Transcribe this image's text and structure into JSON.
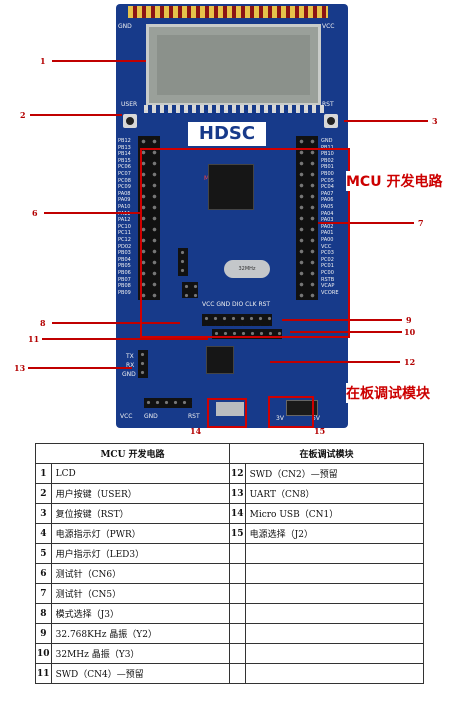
{
  "board": {
    "logo": "HDSC",
    "silk_top_left": "GND",
    "silk_top_right": "VCC",
    "silk_user_btn": "USER",
    "silk_rst_btn": "RST",
    "silk_mcu": "MCU",
    "silk_vcc_labels": "VCC GND DIO CLK RST",
    "silk_uart": [
      "TX",
      "RX",
      "GND"
    ],
    "silk_bottom": [
      "VCC",
      "GND",
      "RST"
    ],
    "silk_power": [
      "3V",
      "5V"
    ],
    "left_pins": [
      "PB12",
      "PB13",
      "PB14",
      "PB15",
      "PC06",
      "PC07",
      "PC08",
      "PC09",
      "PA08",
      "PA09",
      "PA10",
      "PA11",
      "PA12",
      "PC10",
      "PC11",
      "PC12",
      "PD02",
      "PB03",
      "PB04",
      "PB05",
      "PB06",
      "PB07",
      "PB08",
      "PB09"
    ],
    "right_pins": [
      "GND",
      "PB11",
      "PB10",
      "PB02",
      "PB01",
      "PB00",
      "PC05",
      "PC04",
      "PA07",
      "PA06",
      "PA05",
      "PA04",
      "PA03",
      "PA02",
      "PA01",
      "PA00",
      "VCC",
      "PC03",
      "PC02",
      "PC01",
      "PC00",
      "RSTB",
      "VCAP",
      "VCORE"
    ],
    "crystal_label": "32MHz"
  },
  "callouts": [
    "1",
    "2",
    "3",
    "6",
    "7",
    "8",
    "9",
    "10",
    "11",
    "12",
    "13",
    "14",
    "15"
  ],
  "banners": {
    "mcu": "MCU 开发电路",
    "debug": "在板调试模块"
  },
  "table": {
    "headers": [
      "MCU 开发电路",
      "在板调试模块"
    ],
    "rows": [
      {
        "n1": "1",
        "t1": "LCD",
        "n2": "12",
        "t2": "SWD（CN2）—预留"
      },
      {
        "n1": "2",
        "t1": "用户按键（USER）",
        "n2": "13",
        "t2": "UART（CN8）"
      },
      {
        "n1": "3",
        "t1": "复位按键（RST）",
        "n2": "14",
        "t2": "Micro USB（CN1）"
      },
      {
        "n1": "4",
        "t1": "电源指示灯（PWR）",
        "n2": "15",
        "t2": "电源选择（J2）"
      },
      {
        "n1": "5",
        "t1": "用户指示灯（LED3）",
        "n2": "",
        "t2": ""
      },
      {
        "n1": "6",
        "t1": "测试针（CN6）",
        "n2": "",
        "t2": ""
      },
      {
        "n1": "7",
        "t1": "测试针（CN5）",
        "n2": "",
        "t2": ""
      },
      {
        "n1": "8",
        "t1": "模式选择（J3）",
        "n2": "",
        "t2": ""
      },
      {
        "n1": "9",
        "t1": "32.768KHz 晶振（Y2）",
        "n2": "",
        "t2": ""
      },
      {
        "n1": "10",
        "t1": "32MHz 晶振（Y3）",
        "n2": "",
        "t2": ""
      },
      {
        "n1": "11",
        "t1": "SWD（CN4）—预留",
        "n2": "",
        "t2": ""
      }
    ]
  }
}
